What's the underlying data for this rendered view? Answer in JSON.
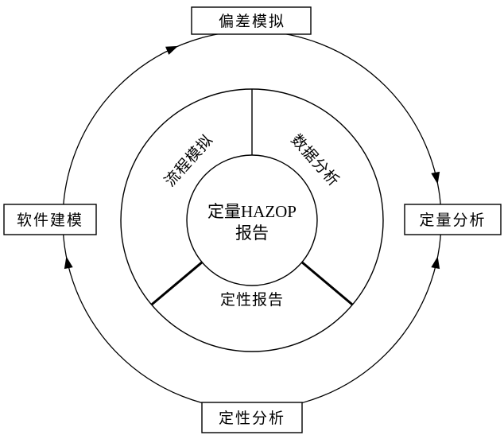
{
  "diagram": {
    "title": "HAZOP analysis cycle",
    "center": {
      "line1": "定量HAZOP",
      "line2": "报告"
    },
    "ring_segments": [
      {
        "id": "process-simulation",
        "label": "流程模拟"
      },
      {
        "id": "data-analysis",
        "label": "数据分析"
      },
      {
        "id": "qualitative-report",
        "label": "定性报告"
      }
    ],
    "outer_nodes": {
      "top": "偏差模拟",
      "right": "定量分析",
      "bottom": "定性分析",
      "left": "软件建模"
    },
    "flows": [
      {
        "from": "定性分析",
        "to": "软件建模"
      },
      {
        "from": "软件建模",
        "to": "偏差模拟"
      },
      {
        "from": "偏差模拟",
        "to": "定量分析"
      },
      {
        "from": "定性分析",
        "to": "定量分析"
      }
    ]
  },
  "colors": {
    "stroke": "#000000",
    "background": "#ffffff"
  }
}
